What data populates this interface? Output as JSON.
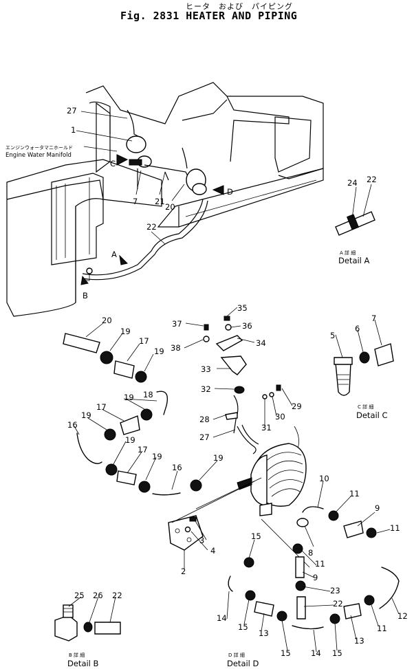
{
  "title": {
    "japanese": "ヒータ　および　パイピング",
    "english": "Fig. 2831   HEATER AND PIPING"
  },
  "manifold_label": {
    "japanese": "エンジンウォータマニホールド",
    "english": "Engine Water Manifold"
  },
  "details": {
    "A": {
      "japanese": "A 詳 細",
      "english": "Detail A"
    },
    "B": {
      "japanese": "B 詳 細",
      "english": "Detail B"
    },
    "C": {
      "japanese": "C 詳 細",
      "english": "Detail C"
    },
    "D": {
      "japanese": "D 詳 細",
      "english": "Detail D"
    }
  },
  "view_arrows": [
    "A",
    "B",
    "C",
    "D"
  ],
  "callouts": [
    "27",
    "1",
    "7",
    "21",
    "20",
    "22",
    "24",
    "22",
    "35",
    "37",
    "36",
    "38",
    "34",
    "20",
    "19",
    "17",
    "19",
    "33",
    "32",
    "29",
    "30",
    "31",
    "28",
    "27",
    "18",
    "19",
    "17",
    "19",
    "16",
    "19",
    "17",
    "19",
    "16",
    "19",
    "5",
    "6",
    "7",
    "10",
    "11",
    "9",
    "11",
    "3",
    "4",
    "2",
    "15",
    "11",
    "9",
    "23",
    "22",
    "12",
    "11",
    "13",
    "15",
    "13",
    "14",
    "15",
    "14",
    "15",
    "25",
    "26",
    "22"
  ]
}
